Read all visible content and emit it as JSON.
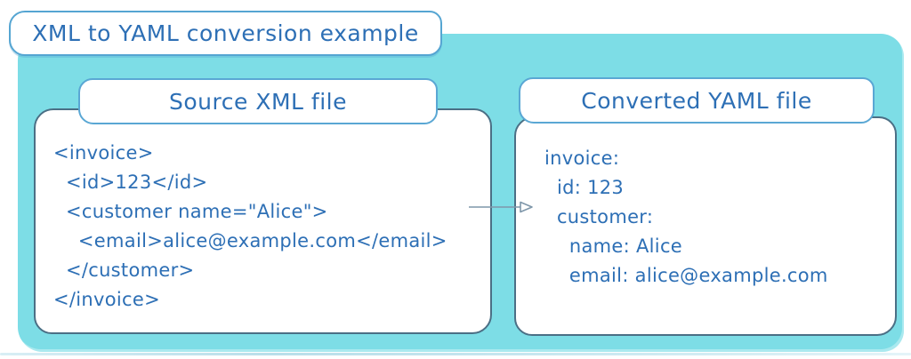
{
  "title": "XML to YAML conversion example",
  "source_panel": {
    "header": "Source XML file",
    "lines": [
      "<invoice>",
      "  <id>123</id>",
      "  <customer name=\"Alice\">",
      "    <email>alice@example.com</email>",
      "  </customer>",
      "</invoice>"
    ]
  },
  "converted_panel": {
    "header": "Converted YAML file",
    "lines": [
      "invoice:",
      "  id: 123",
      "  customer:",
      "    name: Alice",
      "    email: alice@example.com"
    ]
  },
  "arrow": {
    "meaning": "XML converted to YAML",
    "direction": "right"
  },
  "colors": {
    "container_teal": "#7ddde6",
    "text_blue": "#2d6fb5",
    "header_border_blue": "#5aa7d4",
    "panel_border_slate": "#4b6f85",
    "arrow_gray": "#7f97aa",
    "background": "#ffffff"
  }
}
